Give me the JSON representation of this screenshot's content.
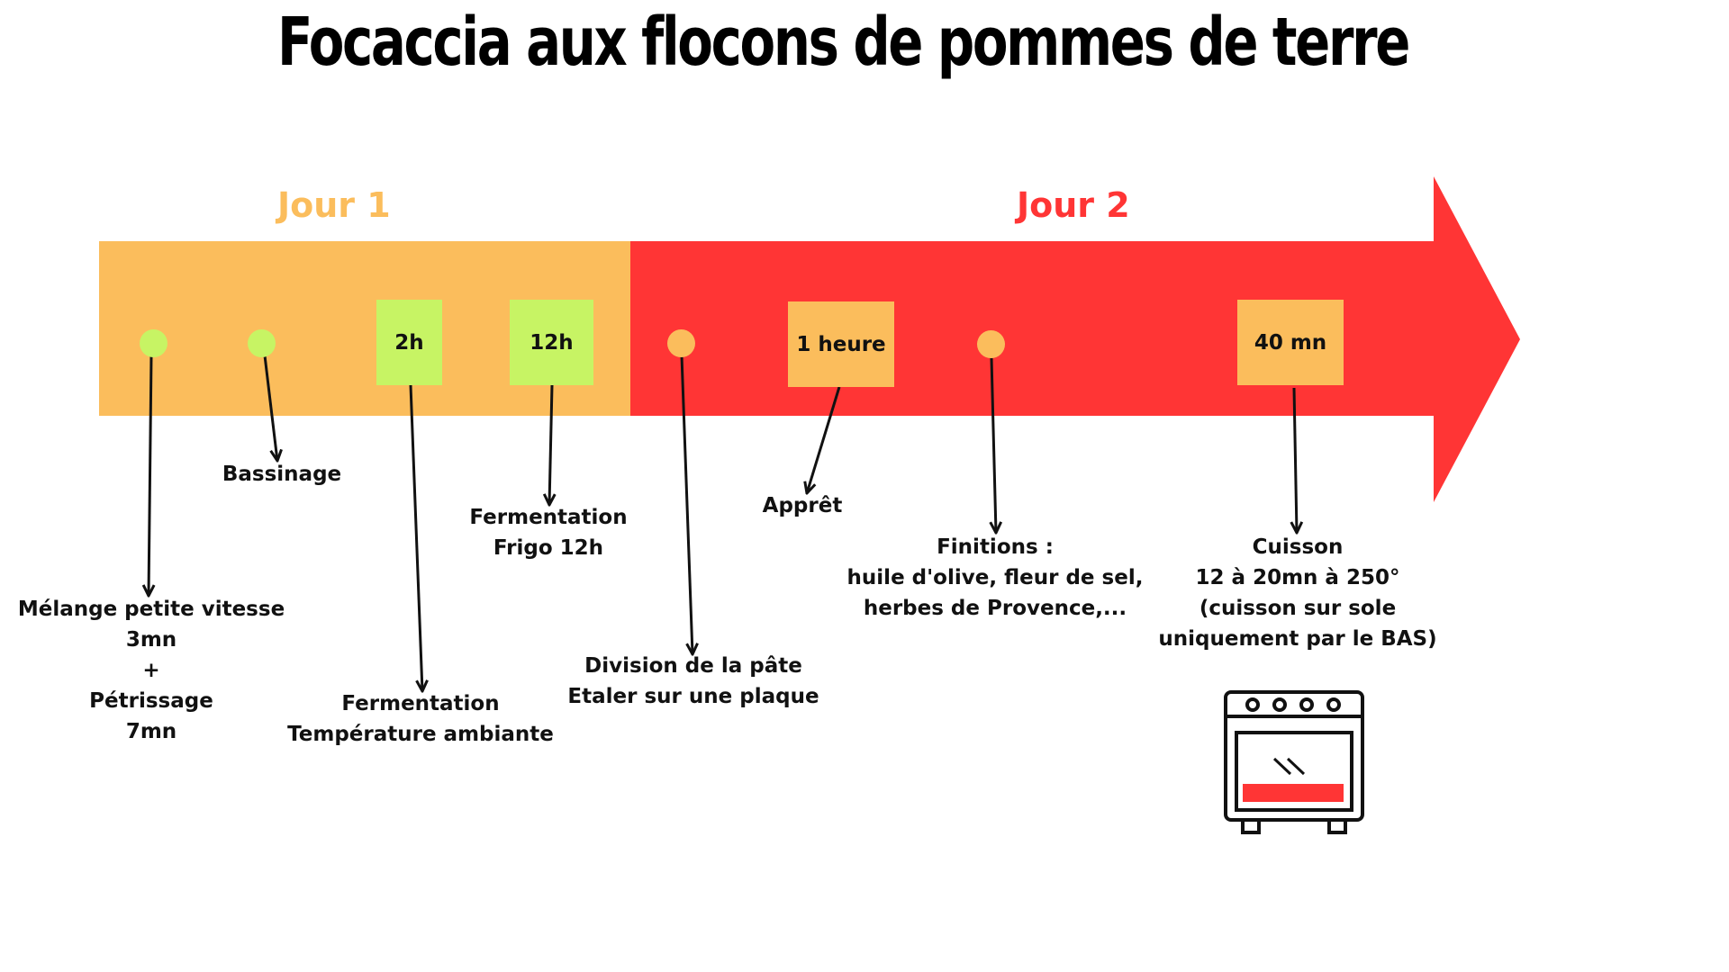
{
  "title": "Focaccia aux flocons de pommes de terre",
  "colors": {
    "day1_band": "#fbbd5c",
    "day2_band": "#ff3535",
    "day1_label": "#fbbd5c",
    "day2_label": "#ff3535",
    "green_marker": "#c7f464",
    "orange_marker": "#fbbd5c",
    "text": "#111111",
    "oven_heat": "#ff3535"
  },
  "days": [
    {
      "label": "Jour 1"
    },
    {
      "label": "Jour 2"
    }
  ],
  "steps": [
    {
      "marker": "dot",
      "label_lines": [
        "Mélange petite vitesse",
        "3mn",
        "+",
        "Pétrissage",
        "7mn"
      ]
    },
    {
      "marker": "dot",
      "label_lines": [
        "Bassinage"
      ]
    },
    {
      "marker": "box",
      "duration": "2h",
      "label_lines": [
        "Fermentation",
        "Température ambiante"
      ]
    },
    {
      "marker": "box",
      "duration": "12h",
      "label_lines": [
        "Fermentation",
        "Frigo 12h"
      ]
    },
    {
      "marker": "dot",
      "label_lines": [
        "Division de la pâte",
        "Etaler sur une plaque"
      ]
    },
    {
      "marker": "box",
      "duration": "1 heure",
      "label_lines": [
        "Apprêt"
      ]
    },
    {
      "marker": "dot",
      "label_lines": [
        "Finitions  :",
        "huile d'olive, fleur de sel,",
        "herbes de Provence,..."
      ]
    },
    {
      "marker": "box",
      "duration": "40 mn",
      "label_lines": [
        "Cuisson",
        "12 à 20mn à 250°",
        "(cuisson sur sole",
        "uniquement par le BAS)"
      ]
    }
  ],
  "icons": {
    "oven": "oven-icon"
  }
}
